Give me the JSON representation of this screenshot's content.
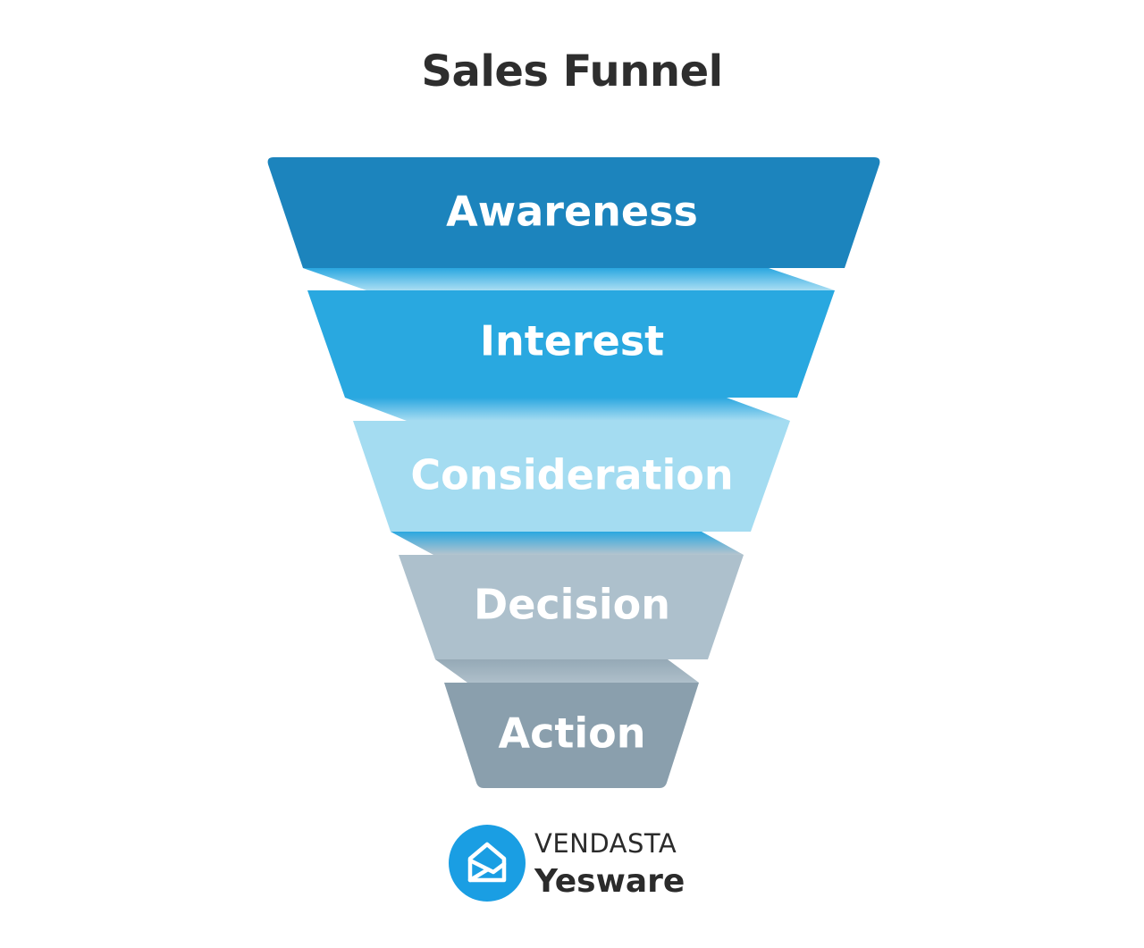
{
  "title": "Sales Funnel",
  "stages": [
    {
      "label": "Awareness",
      "color": "#1c84bd"
    },
    {
      "label": "Interest",
      "color": "#29a8e0"
    },
    {
      "label": "Consideration",
      "color": "#a4dcf1"
    },
    {
      "label": "Decision",
      "color": "#adc0cc"
    },
    {
      "label": "Action",
      "color": "#8a9fad"
    }
  ],
  "logo": {
    "icon": "open-envelope-icon",
    "brand_top": "VENDASTA",
    "brand_bottom": "Yesware",
    "color": "#1a9ee3"
  }
}
